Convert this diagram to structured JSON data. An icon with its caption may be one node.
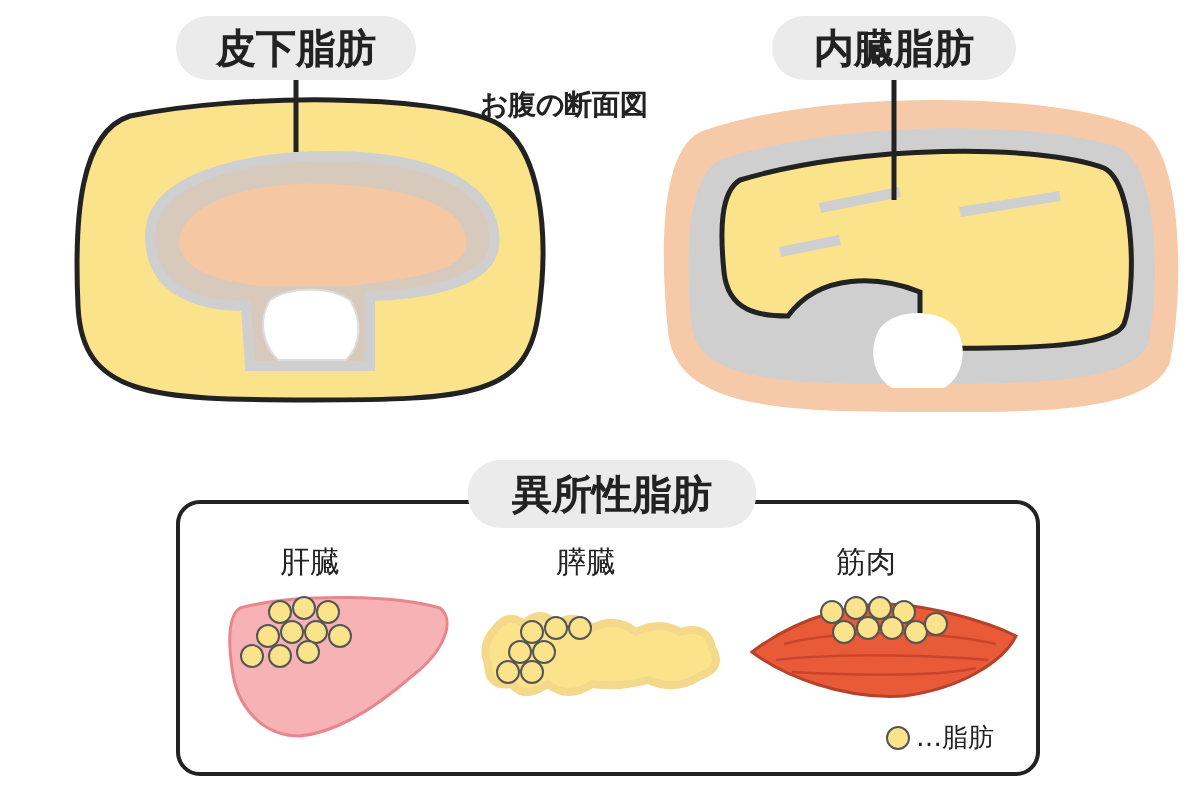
{
  "diagram": {
    "title": "お腹の断面図",
    "nodes": [
      {
        "text": [
          "皮下脂肪"
        ]
      },
      {
        "text": [],
        "shape": "picture"
      },
      {
        "text": [
          "内臓脂肪"
        ]
      },
      {
        "text": [],
        "shape": "picture"
      },
      {
        "text": [
          "異所性脂肪"
        ]
      }
    ],
    "edges": [
      {
        "from": 0,
        "to": 1,
        "arrow": "none"
      },
      {
        "from": 2,
        "to": 3,
        "arrow": "none"
      }
    ],
    "labels": [
      "肝臓",
      "膵臓",
      "筋肉"
    ],
    "legend": [
      {
        "text": "…脂肪",
        "color": "#fbe38c"
      }
    ]
  }
}
